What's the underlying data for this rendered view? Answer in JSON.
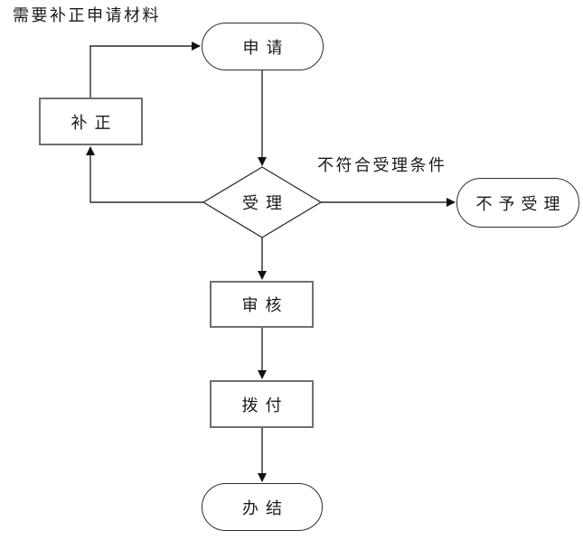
{
  "diagram": {
    "type": "flowchart",
    "background": "#ffffff",
    "nodes": [
      {
        "id": "apply",
        "label": "申请",
        "shape": "stadium"
      },
      {
        "id": "correct",
        "label": "补正",
        "shape": "rect"
      },
      {
        "id": "accept",
        "label": "受理",
        "shape": "diamond"
      },
      {
        "id": "reject",
        "label": "不予受理",
        "shape": "stadium"
      },
      {
        "id": "review",
        "label": "审核",
        "shape": "rect"
      },
      {
        "id": "disburse",
        "label": "拨付",
        "shape": "rect"
      },
      {
        "id": "finish",
        "label": "办结",
        "shape": "stadium"
      }
    ],
    "edges": [
      {
        "from": "correct",
        "to": "apply",
        "label": ""
      },
      {
        "from": "apply",
        "to": "accept",
        "label": ""
      },
      {
        "from": "accept",
        "to": "correct",
        "label": "需要补正申请材料"
      },
      {
        "from": "accept",
        "to": "reject",
        "label": "不符合受理条件"
      },
      {
        "from": "accept",
        "to": "review",
        "label": ""
      },
      {
        "from": "review",
        "to": "disburse",
        "label": ""
      },
      {
        "from": "disburse",
        "to": "finish",
        "label": ""
      }
    ],
    "colors": {
      "line": "#2b2b2b",
      "arrowhead": "#111111",
      "stadium_border": "#2e2e2e",
      "rect_border": "#6d7076",
      "text": "#1a1a1a"
    }
  }
}
